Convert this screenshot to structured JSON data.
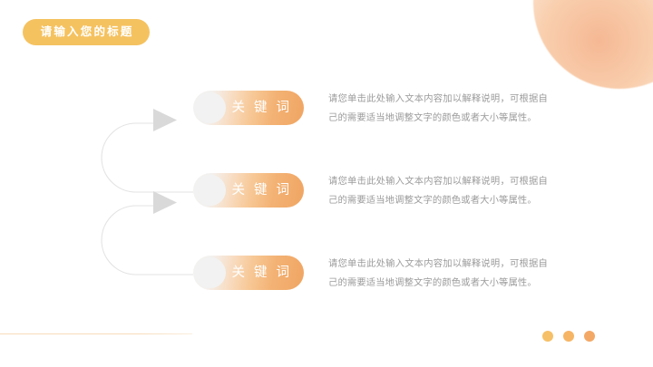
{
  "slide": {
    "title": "请输入您的标题",
    "background_color": "#ffffff",
    "accent_color": "#f5c260"
  },
  "decor": {
    "corner_blob_color": "#f6b894",
    "divider_color": "#f7dcba"
  },
  "rows": [
    {
      "keyword": "关 键 词",
      "body": "请您单击此处输入文本内容加以解释说明，可根据自己的需要适当地调整文字的颜色或者大小等属性。"
    },
    {
      "keyword": "关 键 词",
      "body": "请您单击此处输入文本内容加以解释说明，可根据自己的需要适当地调整文字的颜色或者大小等属性。"
    },
    {
      "keyword": "关 键 词",
      "body": "请您单击此处输入文本内容加以解释说明，可根据自己的需要适当地调整文字的颜色或者大小等属性。"
    }
  ],
  "footer": {
    "dots": [
      {
        "color": "#f6c068"
      },
      {
        "color": "#f6b565"
      },
      {
        "color": "#f3a866"
      }
    ]
  }
}
